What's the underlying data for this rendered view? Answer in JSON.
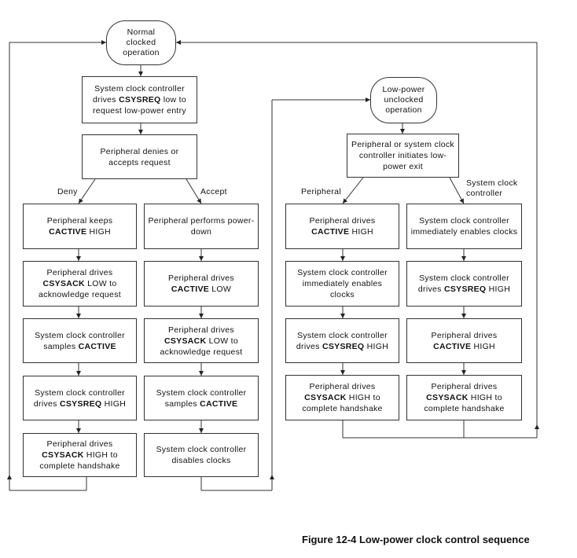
{
  "nodes": {
    "normal": {
      "html": "Normal<br>clocked<br>operation"
    },
    "sc_request": {
      "html": "System clock controller drives <b>CSYSREQ</b> low to request low-power entry"
    },
    "decision": {
      "html": "Peripheral denies or accepts request"
    },
    "deny1": {
      "html": "Peripheral keeps<br><b>CACTIVE</b> HIGH"
    },
    "deny2": {
      "html": "Peripheral drives<br><b>CSYSACK</b> LOW to acknowledge request"
    },
    "deny3": {
      "html": "System clock controller samples <b>CACTIVE</b>"
    },
    "deny4": {
      "html": "System clock controller drives <b>CSYSREQ</b> HIGH"
    },
    "deny5": {
      "html": "Peripheral drives<br><b>CSYSACK</b> HIGH to complete handshake"
    },
    "acc1": {
      "html": "Peripheral performs power-down"
    },
    "acc2": {
      "html": "Peripheral drives<br><b>CACTIVE</b> LOW"
    },
    "acc3": {
      "html": "Peripheral drives<br><b>CSYSACK</b> LOW to acknowledge request"
    },
    "acc4": {
      "html": "System clock controller samples <b>CACTIVE</b>"
    },
    "acc5": {
      "html": "System clock controller disables clocks"
    },
    "lowpower": {
      "html": "Low-power<br>unclocked<br>operation"
    },
    "exit": {
      "html": "Peripheral or system clock controller initiates low-power exit"
    },
    "p1": {
      "html": "Peripheral drives<br><b>CACTIVE</b> HIGH"
    },
    "p2": {
      "html": "System clock controller immediately enables clocks"
    },
    "p3": {
      "html": "System clock controller drives <b>CSYSREQ</b> HIGH"
    },
    "p4": {
      "html": "Peripheral drives<br><b>CSYSACK</b> HIGH to complete handshake"
    },
    "s1": {
      "html": "System clock controller immediately enables clocks"
    },
    "s2": {
      "html": "System clock controller drives <b>CSYSREQ</b> HIGH"
    },
    "s3": {
      "html": "Peripheral drives<br><b>CACTIVE</b> HIGH"
    },
    "s4": {
      "html": "Peripheral drives<br><b>CSYSACK</b> HIGH to complete handshake"
    }
  },
  "labels": {
    "deny": "Deny",
    "accept": "Accept",
    "peripheral": "Peripheral",
    "system_clock_controller": "System clock controller"
  },
  "caption": "Figure 12-4 Low-power clock control sequence"
}
